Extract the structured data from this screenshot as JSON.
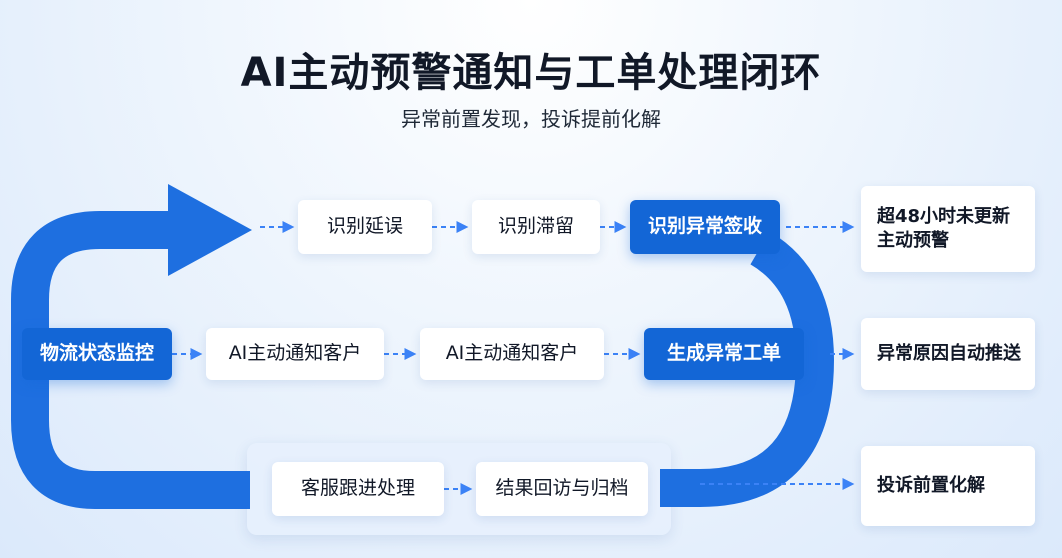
{
  "header": {
    "title": "AI主动预警通知与工单处理闭环",
    "subtitle": "异常前置发现，投诉提前化解"
  },
  "colors": {
    "primary": "#1366d6",
    "flow_arrow": "#1e6fe0",
    "connector": "#3b82f6"
  },
  "row1": {
    "step1": "识别延误",
    "step2": "识别滞留",
    "step3": "识别异常签收"
  },
  "row2": {
    "start": "物流状态监控",
    "step1": "AI主动通知客户",
    "step2": "AI主动通知客户",
    "step3": "生成异常工单"
  },
  "row3": {
    "step1": "客服跟进处理",
    "step2": "结果回访与归档"
  },
  "outcomes": {
    "top": "超48小时未更新\n主动预警",
    "middle": "异常原因自动推送",
    "bottom": "投诉前置化解"
  }
}
